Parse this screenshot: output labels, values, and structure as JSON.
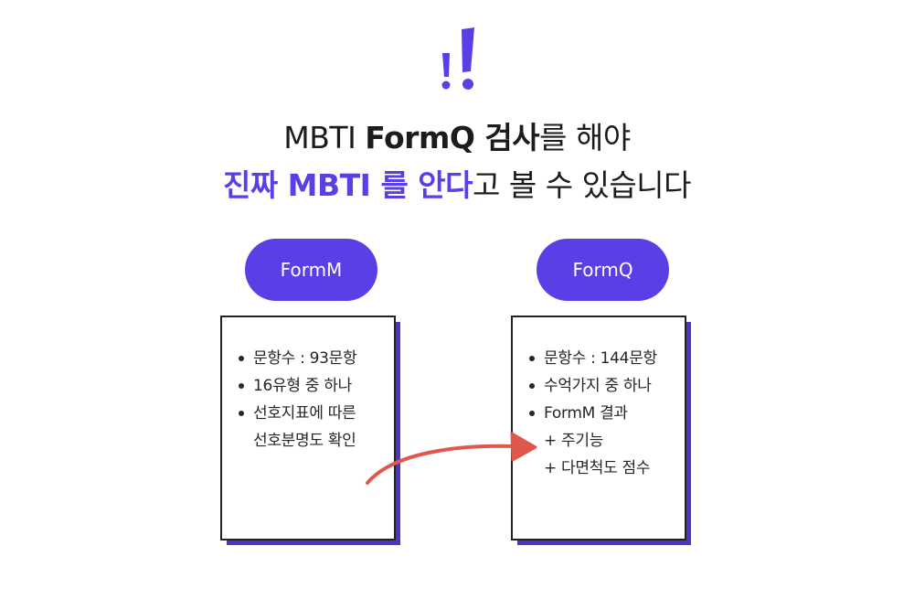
{
  "headline": {
    "line1": {
      "pre": "MBTI ",
      "strong": "FormQ 검사",
      "post": "를 해야"
    },
    "line2": {
      "accent": "진짜 MBTI 를 안다",
      "post": "고 볼 수 있습니다"
    }
  },
  "colors": {
    "accent": "#5b3fe6",
    "arrow": "#e0574c"
  },
  "cards": [
    {
      "label": "FormM",
      "items": [
        "문항수 : 93문항",
        "16유형 중 하나",
        "선호지표에 따른",
        "선호분명도 확인"
      ]
    },
    {
      "label": "FormQ",
      "items": [
        "문항수 : 144문항",
        "수억가지 중 하나",
        "FormM 결과",
        "+ 주기능",
        "+ 다면척도 점수"
      ]
    }
  ]
}
